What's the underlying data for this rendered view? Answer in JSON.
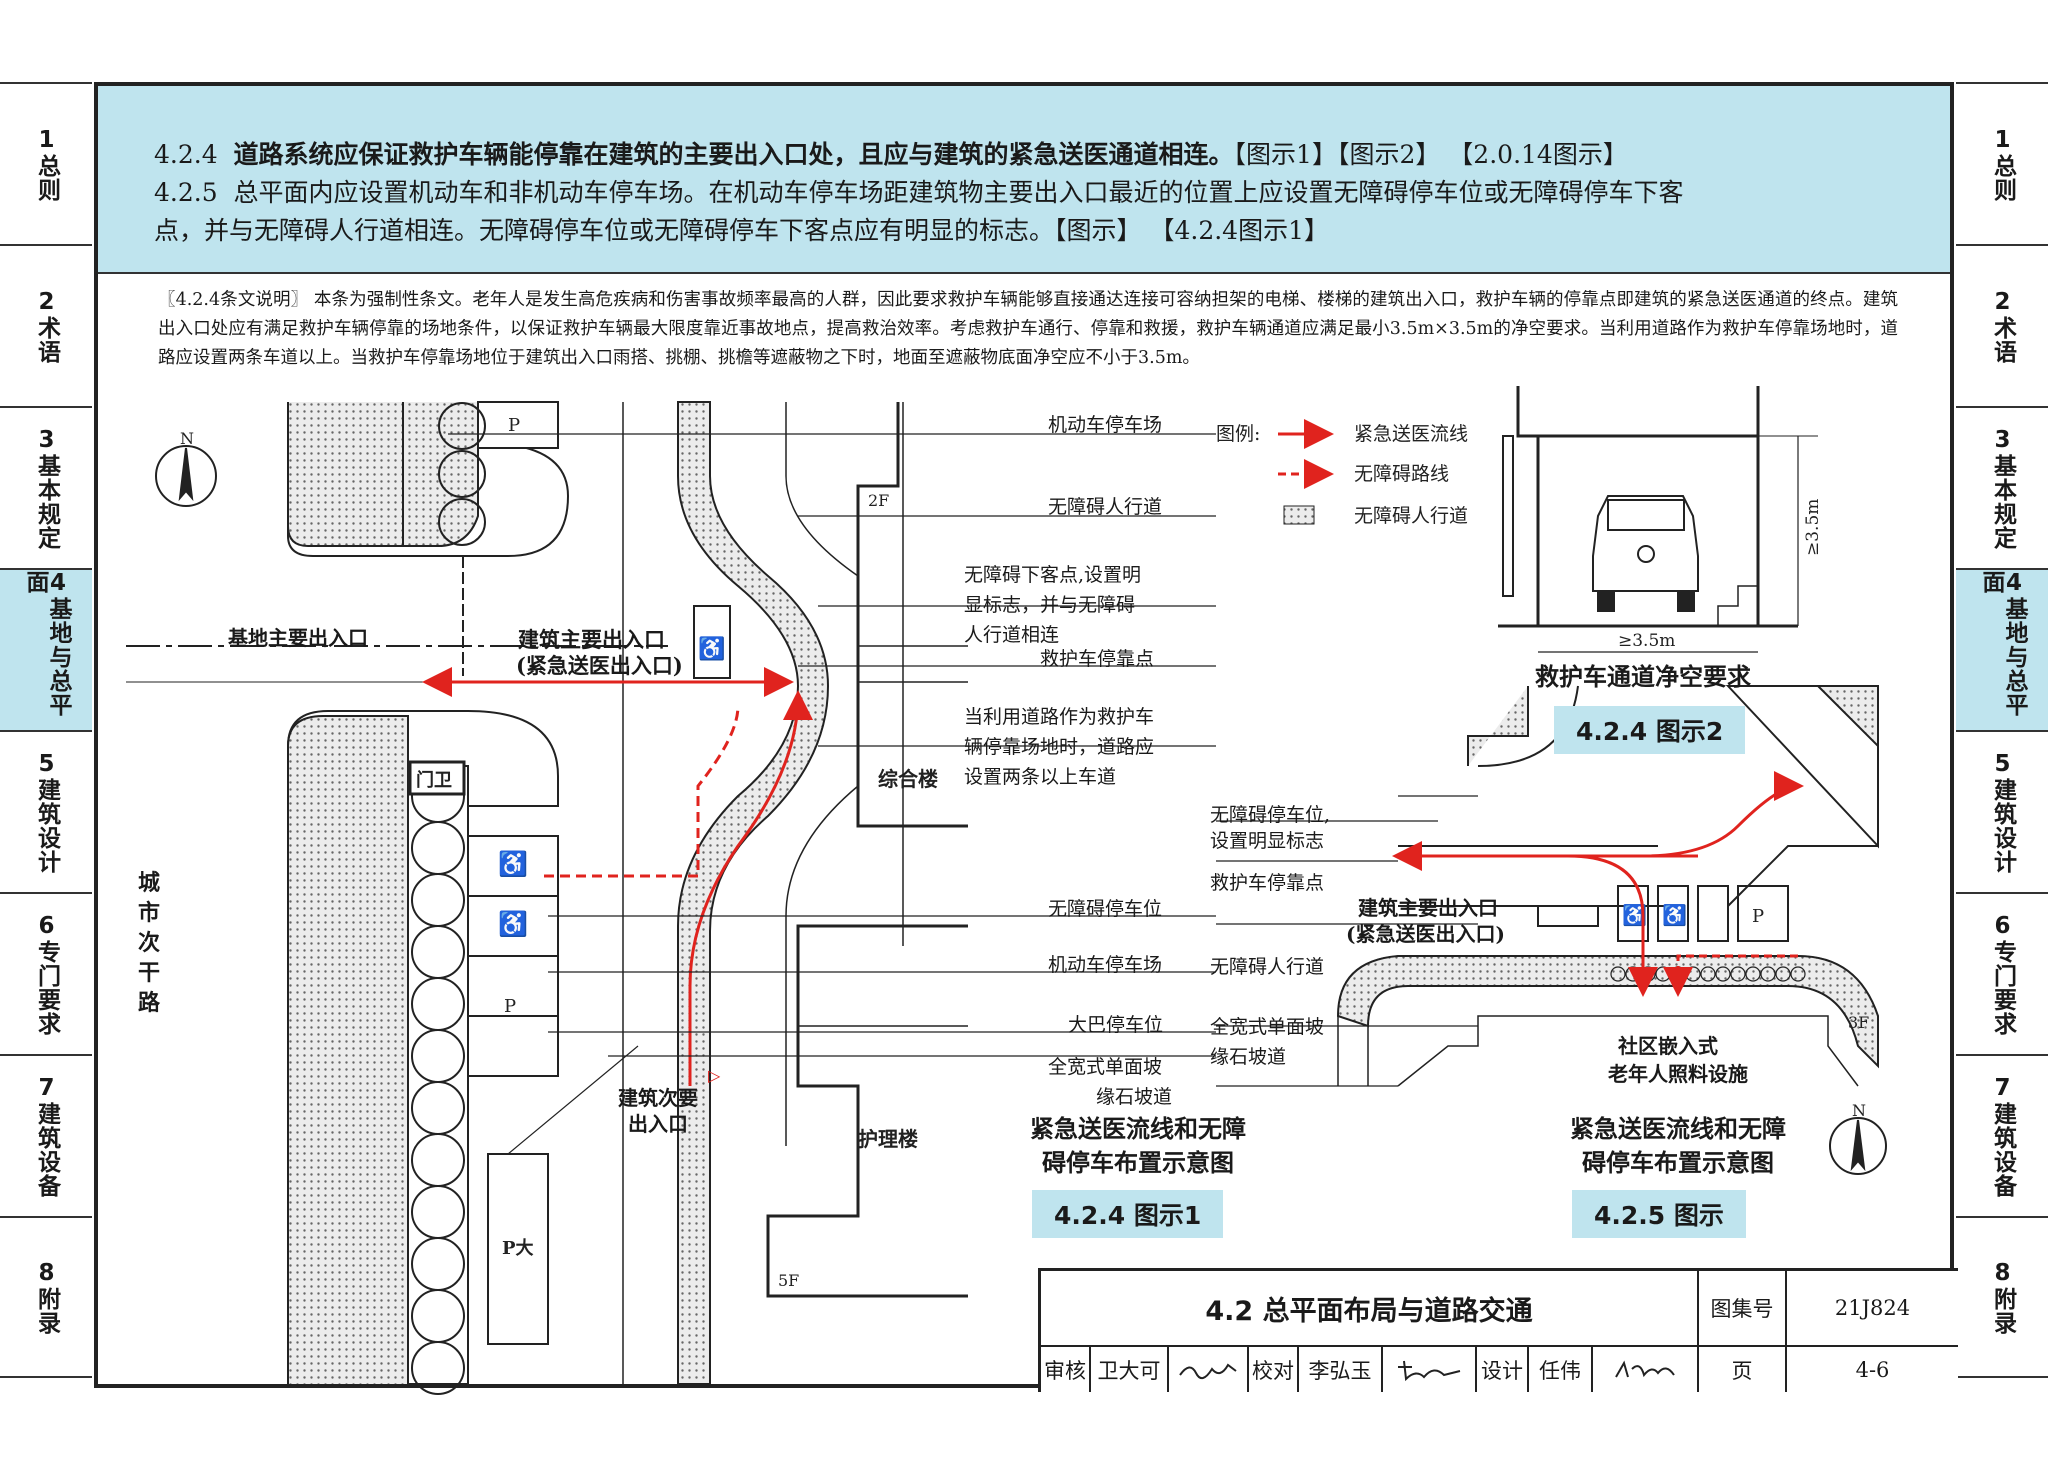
{
  "sidebar_left": [
    {
      "num": "1",
      "label": "总则",
      "active": false
    },
    {
      "num": "2",
      "label": "术语",
      "active": false
    },
    {
      "num": "3",
      "label": "基本规定",
      "active": false
    },
    {
      "num": "4",
      "label": "基地与总平面",
      "active": true
    },
    {
      "num": "5",
      "label": "建筑设计",
      "active": false
    },
    {
      "num": "6",
      "label": "专门要求",
      "active": false
    },
    {
      "num": "7",
      "label": "建筑设备",
      "active": false
    },
    {
      "num": "8",
      "label": "附录",
      "active": false
    }
  ],
  "header": {
    "line1_num": "4.2.4",
    "line1_text": "道路系统应保证救护车辆能停靠在建筑的主要出入口处，且应与建筑的紧急送医通道相连。",
    "line1_refs": "【图示1】【图示2】 【2.0.14图示】",
    "line2_num": "4.2.5",
    "line2_text": "总平面内应设置机动车和非机动车停车场。在机动车停车场距建筑物主要出入口最近的位置上应设置无障碍停车位或无障碍停车下客",
    "line3_text": "点，并与无障碍人行道相连。无障碍停车位或无障碍停车下客点应有明显的标志。",
    "line3_refs": "【图示】 【4.2.4图示1】"
  },
  "note": "〖4.2.4条文说明〗 本条为强制性条文。老年人是发生高危疾病和伤害事故频率最高的人群，因此要求救护车辆能够直接通达连接可容纳担架的电梯、楼梯的建筑出入口，救护车辆的停靠点即建筑的紧急送医通道的终点。建筑出入口处应有满足救护车辆停靠的场地条件，以保证救护车辆最大限度靠近事故地点，提高救治效率。考虑救护车通行、停靠和救援，救护车辆通道应满足最小3.5m×3.5m的净空要求。当利用道路作为救护车停靠场地时，道路应设置两条车道以上。当救护车停靠场地位于建筑出入口雨搭、挑棚、挑檐等遮蔽物之下时，地面至遮蔽物底面净空应不小于3.5m。",
  "legend": {
    "title": "图例:",
    "items": [
      "紧急送医流线",
      "无障碍路线",
      "无障碍人行道"
    ]
  },
  "fig1": {
    "north": "N",
    "p_top": "P",
    "site_entrance": "基地主要出入口",
    "main_entrance_1": "建筑主要出入口",
    "main_entrance_2": "(紧急送医出入口)",
    "gate": "门卫",
    "road": "城市次干路",
    "floor_2f": "2F",
    "floor_5f": "5F",
    "building_a": "综合楼",
    "building_b": "护理楼",
    "secondary_entrance_1": "建筑次要",
    "secondary_entrance_2": "出入口",
    "p_mid": "P",
    "p_bus": "P大",
    "labels": [
      "机动车停车场",
      "无障碍人行道",
      "无障碍下客点,设置明",
      "显标志，并与无障碍",
      "人行道相连",
      "救护车停靠点",
      "当利用道路作为救护车",
      "辆停靠场地时，道路应",
      "设置两条以上车道",
      "无障碍停车位",
      "机动车停车场",
      "大巴停车位",
      "全宽式单面坡",
      "缘石坡道"
    ],
    "caption_1": "紧急送医流线和无障",
    "caption_2": "碍停车布置示意图",
    "badge": "4.2.4 图示1"
  },
  "fig2": {
    "height_dim": "≥3.5m",
    "width_dim": "≥3.5m",
    "caption": "救护车通道净空要求",
    "badge": "4.2.4 图示2"
  },
  "fig3": {
    "labels": [
      "无障碍停车位,",
      "设置明显标志",
      "救护车停靠点",
      "无障碍人行道",
      "全宽式单面坡",
      "缘石坡道"
    ],
    "main_entrance_1": "建筑主要出入口",
    "main_entrance_2": "(紧急送医出入口)",
    "p": "P",
    "floor_3f": "3F",
    "facility_1": "社区嵌入式",
    "facility_2": "老年人照料设施",
    "north": "N",
    "caption_1": "紧急送医流线和无障",
    "caption_2": "碍停车布置示意图",
    "badge": "4.2.5 图示"
  },
  "title_block": {
    "title": "4.2 总平面布局与道路交通",
    "atlas_label": "图集号",
    "atlas_no": "21J824",
    "review_label": "审核",
    "reviewer": "卫大可",
    "check_label": "校对",
    "checker": "李弘玉",
    "design_label": "设计",
    "designer": "任伟",
    "page_label": "页",
    "page_no": "4-6"
  },
  "colors": {
    "accent": "#bfe4ee",
    "route_red": "#e0231e",
    "line": "#222222"
  }
}
